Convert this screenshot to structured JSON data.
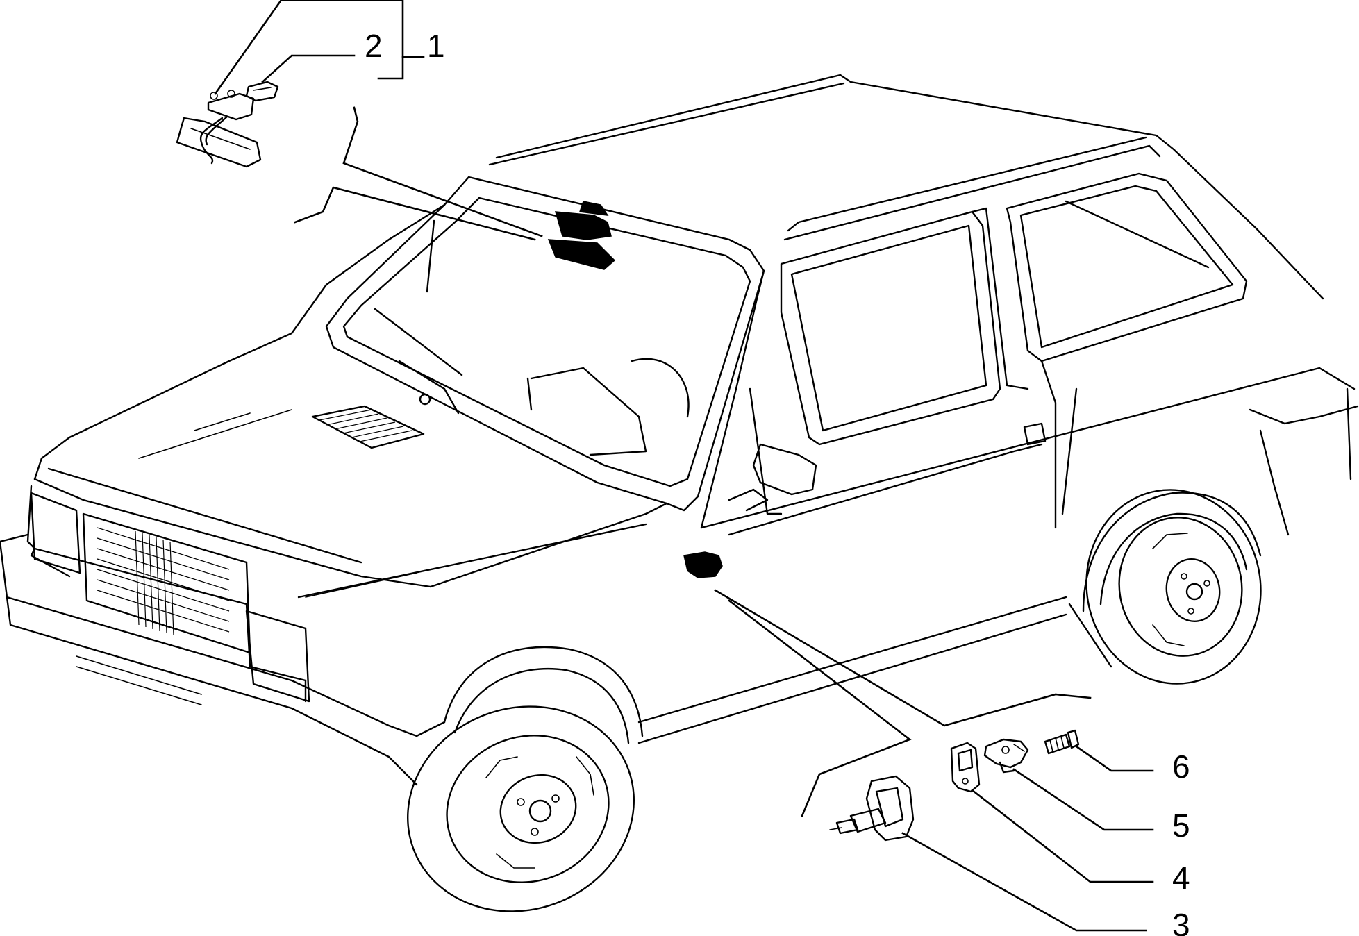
{
  "callouts": [
    {
      "id": "1",
      "label": "1"
    },
    {
      "id": "2",
      "label": "2"
    },
    {
      "id": "3",
      "label": "3"
    },
    {
      "id": "4",
      "label": "4"
    },
    {
      "id": "5",
      "label": "5"
    },
    {
      "id": "6",
      "label": "6"
    }
  ],
  "icons": [
    "interior-lamp-assembly-icon",
    "lens-icon",
    "door-switch-icon",
    "mounting-plate-icon",
    "bracket-icon",
    "screw-icon"
  ]
}
